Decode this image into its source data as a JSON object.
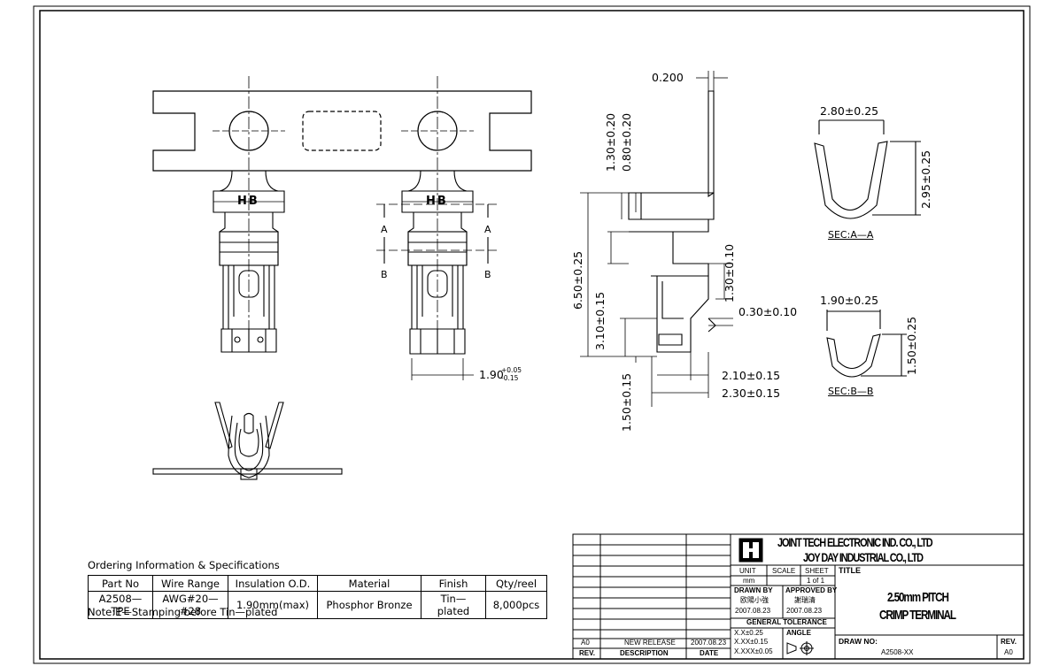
{
  "dimensions": {
    "top_thickness": "0.200",
    "dim_130_020": "1.30±0.20",
    "dim_080_020": "0.80±0.20",
    "dim_650_025": "6.50±0.25",
    "dim_310_015": "3.10±0.15",
    "dim_130_010": "1.30±0.10",
    "dim_030_010": "0.30±0.10",
    "dim_210_015": "2.10±0.15",
    "dim_230_015": "2.30±0.15",
    "dim_150_015": "1.50±0.15",
    "dim_190_main": "1.90",
    "dim_190_tol_plus": "+0.05",
    "dim_190_tol_minus": "-0.15",
    "section_label_a": "A",
    "section_label_b": "B",
    "hb_mark": "HB"
  },
  "sections": {
    "a": {
      "width": "2.80±0.25",
      "height": "2.95±0.25",
      "label": "SEC:A—A"
    },
    "b": {
      "width": "1.90±0.25",
      "height": "1.50±0.25",
      "label": "SEC:B—B"
    }
  },
  "ordering": {
    "title": "Ordering  Information  &  Specifications",
    "headers": [
      "Part  No",
      "Wire  Range",
      "Insulation  O.D.",
      "Material",
      "Finish",
      "Qty/reel"
    ],
    "row": [
      "A2508—TPE",
      "AWG#20—#28",
      "1.90mm(max)",
      "Phosphor  Bronze",
      "Tin—plated",
      "8,000pcs"
    ],
    "note": "Note:E—Stamping  before  Tin—plated"
  },
  "title_block": {
    "company_1": "JOINT TECH ELECTRONIC IND. CO., LTD",
    "company_2": "JOY DAY INDUSTRIAL CO., LTD",
    "unit_label": "UNIT",
    "unit_value": "mm",
    "scale_label": "SCALE",
    "sheet_label": "SHEET",
    "sheet_value": "1 of 1",
    "title_label": "TITLE",
    "title_line_1": "2.50mm PITCH",
    "title_line_2": "CRIMP TERMINAL",
    "drawn_by_label": "DRAWN BY",
    "drawn_by_name": "欧陽小強",
    "drawn_date": "2007.08.23",
    "approved_by_label": "APPROVED BY",
    "approved_by_name": "謝瑞清",
    "approved_date": "2007.08.23",
    "general_tolerance_label": "GENERAL TOLERANCE",
    "tol_1": "X.X±0.25",
    "tol_2": "X.XX±0.15",
    "tol_3": "X.XXX±0.05",
    "angle_label": "ANGLE",
    "drawing_no_label": "DRAW NO:",
    "drawing_no": "A2508-XX",
    "rev_label": "REV.",
    "rev_value": "A0",
    "rev_table": {
      "rev": "A0",
      "description": "NEW RELEASE",
      "date": "2007.08.23",
      "col_rev": "REV.",
      "col_desc": "DESCRIPTION",
      "col_date": "DATE"
    }
  }
}
